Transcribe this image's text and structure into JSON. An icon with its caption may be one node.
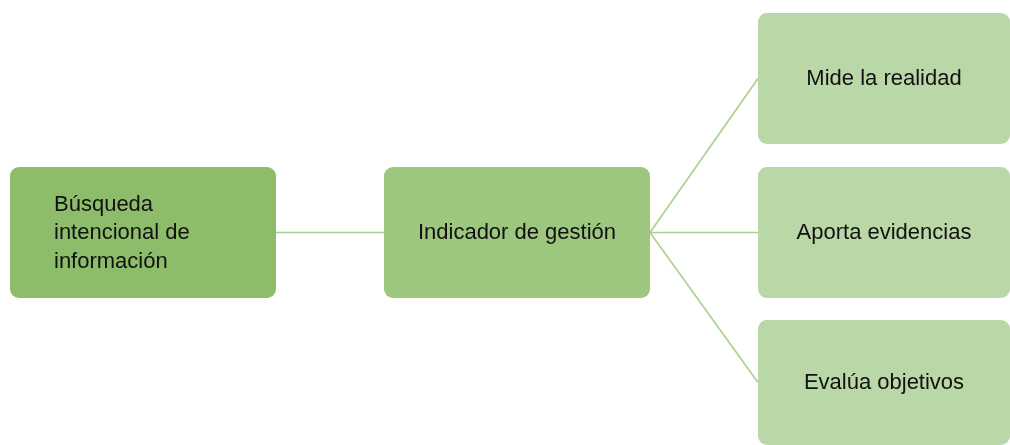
{
  "diagram": {
    "nodes": [
      {
        "text": [
          "Búsqueda intencional de información"
        ]
      },
      {
        "text": [
          "Indicador de gestión"
        ]
      },
      {
        "text": [
          "Mide la realidad"
        ]
      },
      {
        "text": [
          "Aporta evidencias"
        ]
      },
      {
        "text": [
          "Evalúa objetivos"
        ]
      }
    ],
    "edges": [
      {
        "from": 0,
        "to": 1,
        "arrow": "none"
      },
      {
        "from": 1,
        "to": 2,
        "arrow": "none"
      },
      {
        "from": 1,
        "to": 3,
        "arrow": "none"
      },
      {
        "from": 1,
        "to": 4,
        "arrow": "none"
      }
    ]
  }
}
